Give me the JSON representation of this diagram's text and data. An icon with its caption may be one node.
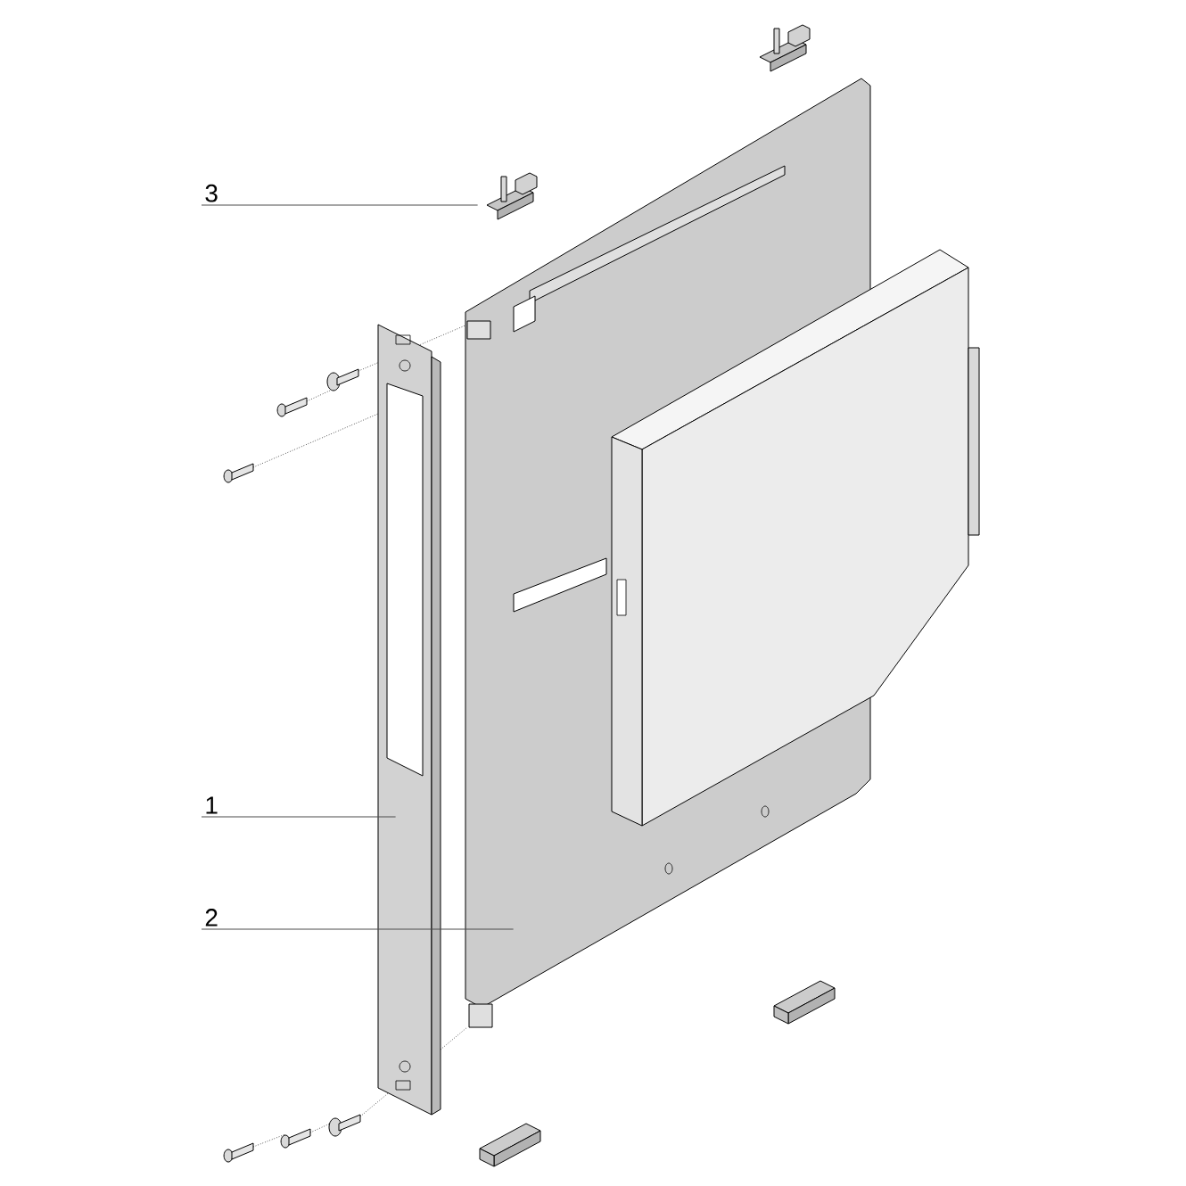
{
  "diagram": {
    "nodes": [
      {
        "text": [
          "3"
        ]
      },
      {
        "text": [],
        "shape": "picture"
      },
      {
        "text": [
          "1"
        ]
      },
      {
        "text": [],
        "shape": "picture"
      },
      {
        "text": [
          "2"
        ]
      },
      {
        "text": [],
        "shape": "picture"
      }
    ],
    "edges": [
      {
        "from": 0,
        "to": 1,
        "arrow": "none"
      },
      {
        "from": 2,
        "to": 3,
        "arrow": "none"
      },
      {
        "from": 4,
        "to": 5,
        "arrow": "none"
      }
    ]
  }
}
